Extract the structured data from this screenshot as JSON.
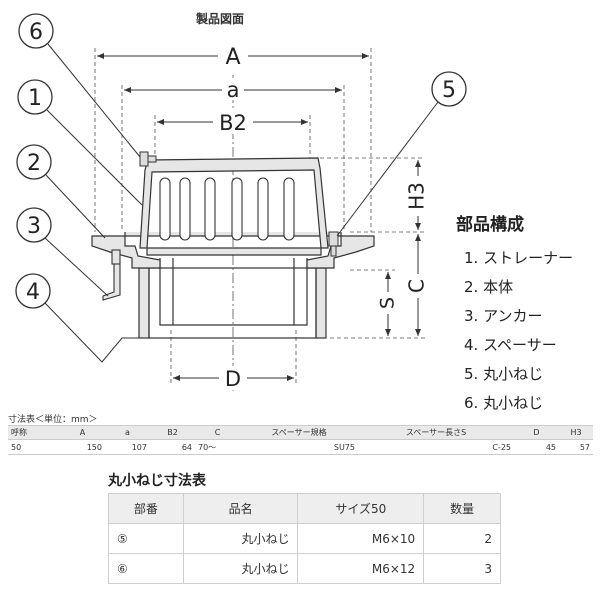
{
  "figure_title": "製品図面",
  "dimension_labels": {
    "A": "A",
    "a": "a",
    "B2": "B2",
    "H3": "H3",
    "S": "S",
    "C": "C",
    "D": "D"
  },
  "callouts": [
    "6",
    "1",
    "2",
    "3",
    "4",
    "5"
  ],
  "parts": {
    "title": "部品構成",
    "items": [
      "1. ストレーナー",
      "2. 本体",
      "3. アンカー",
      "4. スペーサー",
      "5. 丸小ねじ",
      "6. 丸小ねじ"
    ]
  },
  "dimension_table": {
    "caption": "寸法表＜単位：mm＞",
    "headers": [
      "呼称",
      "A",
      "a",
      "B2",
      "C",
      "スペーサー規格",
      "スペーサー長さS",
      "D",
      "H3"
    ],
    "rows": [
      [
        "50",
        "150",
        "107",
        "64",
        "70～",
        "SU75",
        "C-25",
        "45",
        "57"
      ]
    ]
  },
  "screw_table": {
    "title": "丸小ねじ寸法表",
    "headers": [
      "部番",
      "品名",
      "サイズ50",
      "数量"
    ],
    "rows": [
      [
        "⑤",
        "丸小ねじ",
        "M6×10",
        "2"
      ],
      [
        "⑥",
        "丸小ねじ",
        "M6×12",
        "3"
      ]
    ]
  },
  "colors": {
    "line": "#333333",
    "part_fill": "#e6e6e6",
    "header_fill": "#e9e9e9"
  }
}
